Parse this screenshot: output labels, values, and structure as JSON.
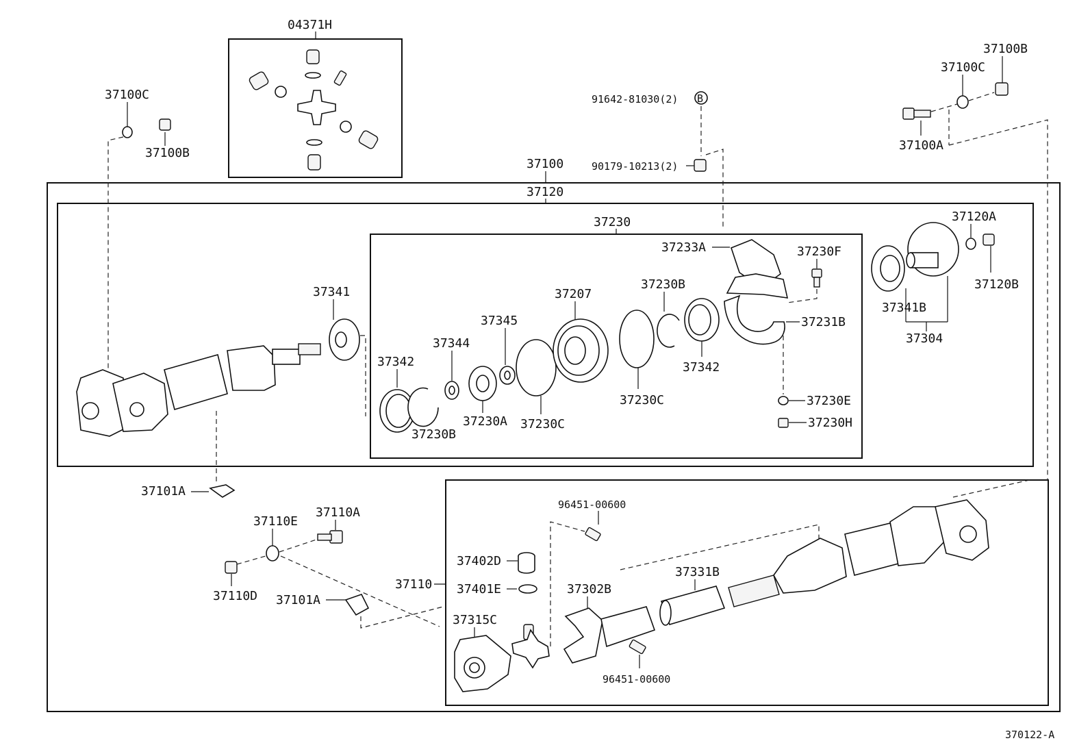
{
  "diagram": {
    "assembly_label": "37100",
    "shaft_label": "37120",
    "bearing_label": "37230",
    "code": "370122-A",
    "kit_label": "04371H",
    "circle_mark": "B",
    "labels": {
      "l_37100C_left": "37100C",
      "l_37100B_left": "37100B",
      "l_37100B_right": "37100B",
      "l_37100C_right": "37100C",
      "l_37100A": "37100A",
      "l_91642": "91642-81030(2)",
      "l_90179": "90179-10213(2)",
      "l_37341": "37341",
      "l_37342a": "37342",
      "l_37230B_a": "37230B",
      "l_37344": "37344",
      "l_37230A": "37230A",
      "l_37345": "37345",
      "l_37230C_a": "37230C",
      "l_37207": "37207",
      "l_37230C_b": "37230C",
      "l_37230B_b": "37230B",
      "l_37342b": "37342",
      "l_37233A": "37233A",
      "l_37230F": "37230F",
      "l_37231B": "37231B",
      "l_37230E": "37230E",
      "l_37230H": "37230H",
      "l_37120A": "37120A",
      "l_37120B": "37120B",
      "l_37341B": "37341B",
      "l_37304": "37304",
      "l_37101A_a": "37101A",
      "l_37110E": "37110E",
      "l_37110A": "37110A",
      "l_37110D": "37110D",
      "l_37101A_b": "37101A",
      "l_37110": "37110",
      "l_96451_top": "96451-00600",
      "l_37402D": "37402D",
      "l_37401E": "37401E",
      "l_37315C": "37315C",
      "l_37302B": "37302B",
      "l_37331B": "37331B",
      "l_96451_bottom": "96451-00600"
    }
  }
}
